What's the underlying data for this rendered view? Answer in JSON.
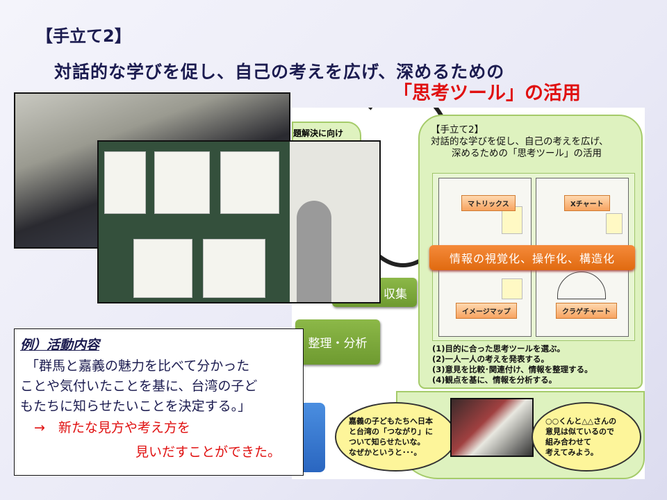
{
  "title": {
    "line1": "【手立て2】",
    "line2": "対話的な学びを促し、自己の考えを広げ、深めるための",
    "line3": "「思考ツール」の活用"
  },
  "diagram": {
    "partial_label": "題解決に向け",
    "box_collect": "収集",
    "box_organize": "整理・分析",
    "card": {
      "title_line1": "【手立て2】",
      "title_line2": "対話的な学びを促し、自己の考えを広げ、",
      "title_line3": "深めるための「思考ツール」の活用",
      "tools": [
        "マトリックス",
        "Xチャート",
        "イメージマップ",
        "クラゲチャート"
      ],
      "banner": "情報の視覚化、操作化、構造化",
      "steps": [
        "(1)目的に合った思考ツールを選ぶ。",
        "(2)一人一人の考えを発表する。",
        "(3)意見を比較･関連付け、情報を整理する。",
        "(4)観点を基に、情報を分析する。"
      ]
    },
    "bubble_left": [
      "嘉義の子どもたちへ日本",
      "と台湾の「つながり」に",
      "ついて知らせたいな。",
      "なぜかというと･･･。"
    ],
    "bubble_right": [
      "○○くんと△△さんの",
      "意見は似ているので",
      "組み合わせて",
      "考えてみよう。"
    ]
  },
  "example": {
    "heading": "例）活動内容",
    "body": [
      "「群馬と嘉義の魅力を比べて分かった",
      "ことや気付いたことを基に、台湾の子ど",
      "もたちに知らせたいことを決定する。」"
    ],
    "result_line1": "→　新たな見方や考え方を",
    "result_line2": "見いだすことができた。"
  },
  "colors": {
    "title": "#1c1c50",
    "accent": "#e01010",
    "green": "#7aa33a",
    "orange": "#e87520"
  }
}
